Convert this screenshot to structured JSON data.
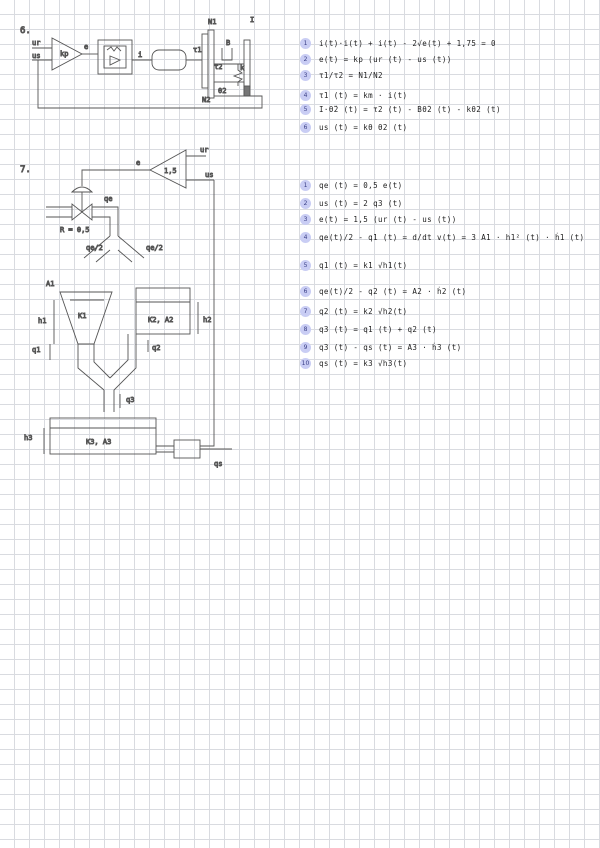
{
  "problem6": {
    "number": "6.",
    "diagram_labels": {
      "ur": "ur",
      "us": "us",
      "e": "e",
      "kp": "kp",
      "i": "i",
      "n1": "N1",
      "n2": "N2",
      "t1": "τ1",
      "t2": "τ2",
      "b": "B",
      "k": "k",
      "inertia": "I",
      "theta": "θ2"
    },
    "equations": [
      {
        "n": "1",
        "text": "i(t)·i(t) + i(t) - 2√e(t) + 1,75 = 0"
      },
      {
        "n": "2",
        "text": "e(t) = kp (ur (t) - us (t))"
      },
      {
        "n": "3",
        "text": "τ1/τ2 = N1/N2"
      },
      {
        "n": "4",
        "text": "τ1 (t) = km · i(t)"
      },
      {
        "n": "5",
        "text": "I·θ̈2 (t) = τ2 (t) - Bθ̇2 (t) - kθ2 (t)"
      },
      {
        "n": "6",
        "text": "us (t) = kθ θ2 (t)"
      }
    ]
  },
  "problem7": {
    "number": "7.",
    "diagram_labels": {
      "e": "e",
      "ur": "ur",
      "us": "us",
      "gain": "1,5",
      "qe": "qe",
      "valve_r": "R = 0,5",
      "qe_half_left": "qe/2",
      "qe_half_right": "qe/2",
      "a1": "A1",
      "h1": "h1",
      "k1": "K1",
      "q1": "q1",
      "h2": "h2",
      "k2a2": "K2, A2",
      "q2": "q2",
      "q3": "q3",
      "h3": "h3",
      "k3a3": "K3, A3",
      "qs": "qs"
    },
    "equations": [
      {
        "n": "1",
        "text": "qe (t) = 0,5 e(t)"
      },
      {
        "n": "2",
        "text": "us (t) = 2 q3 (t)"
      },
      {
        "n": "3",
        "text": "e(t) = 1,5 (ur (t) - us (t))"
      },
      {
        "n": "4",
        "text": "qe(t)/2 - q1 (t) = d/dt v(t) = 3 A1 · h1² (t) · ḣ1 (t)"
      },
      {
        "n": "5",
        "text": "q1 (t) = k1 √h1(t)"
      },
      {
        "n": "6",
        "text": "qe(t)/2 - q2 (t) = A2 · ḣ2 (t)"
      },
      {
        "n": "7",
        "text": "q2 (t) = k2 √h2(t)"
      },
      {
        "n": "8",
        "text": "q3 (t) = q1 (t) + q2 (t)"
      },
      {
        "n": "9",
        "text": "q3 (t) - qs (t) = A3 · ḣ3 (t)"
      },
      {
        "n": "10",
        "text": "qs (t) = k3 √h3(t)"
      }
    ]
  }
}
